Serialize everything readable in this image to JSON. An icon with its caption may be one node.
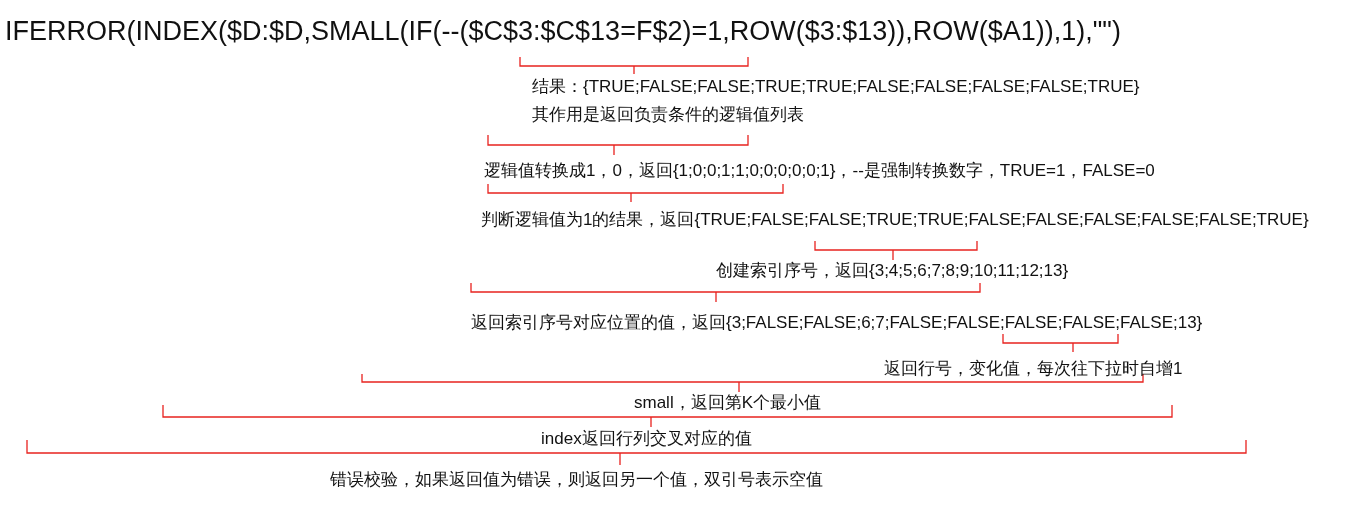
{
  "diagram": {
    "labels": [
      "IFERROR(INDEX($D:$D,SMALL(IF(--($C$3:$C$13=F$2)=1,ROW($3:$13)),ROW($A1)),1),\"\")",
      "结果：{TRUE;FALSE;FALSE;TRUE;TRUE;FALSE;FALSE;FALSE;FALSE;TRUE}",
      "其作用是返回负责条件的逻辑值列表",
      "逻辑值转换成1，0，返回{1;0;0;1;1;0;0;0;0;0;1}，--是强制转换数字，TRUE=1，FALSE=0",
      "判断逻辑值为1的结果，返回{TRUE;FALSE;FALSE;TRUE;TRUE;FALSE;FALSE;FALSE;FALSE;FALSE;TRUE}",
      "创建索引序号，返回{3;4;5;6;7;8;9;10;11;12;13}",
      "返回索引序号对应位置的值，返回{3;FALSE;FALSE;6;7;FALSE;FALSE;FALSE;FALSE;FALSE;13}",
      "返回行号，变化值，每次往下拉时自增1",
      "small，返回第K个最小值",
      "index返回行列交叉对应的值",
      "错误校验，如果返回值为错误，则返回另一个值，双引号表示空值"
    ]
  }
}
